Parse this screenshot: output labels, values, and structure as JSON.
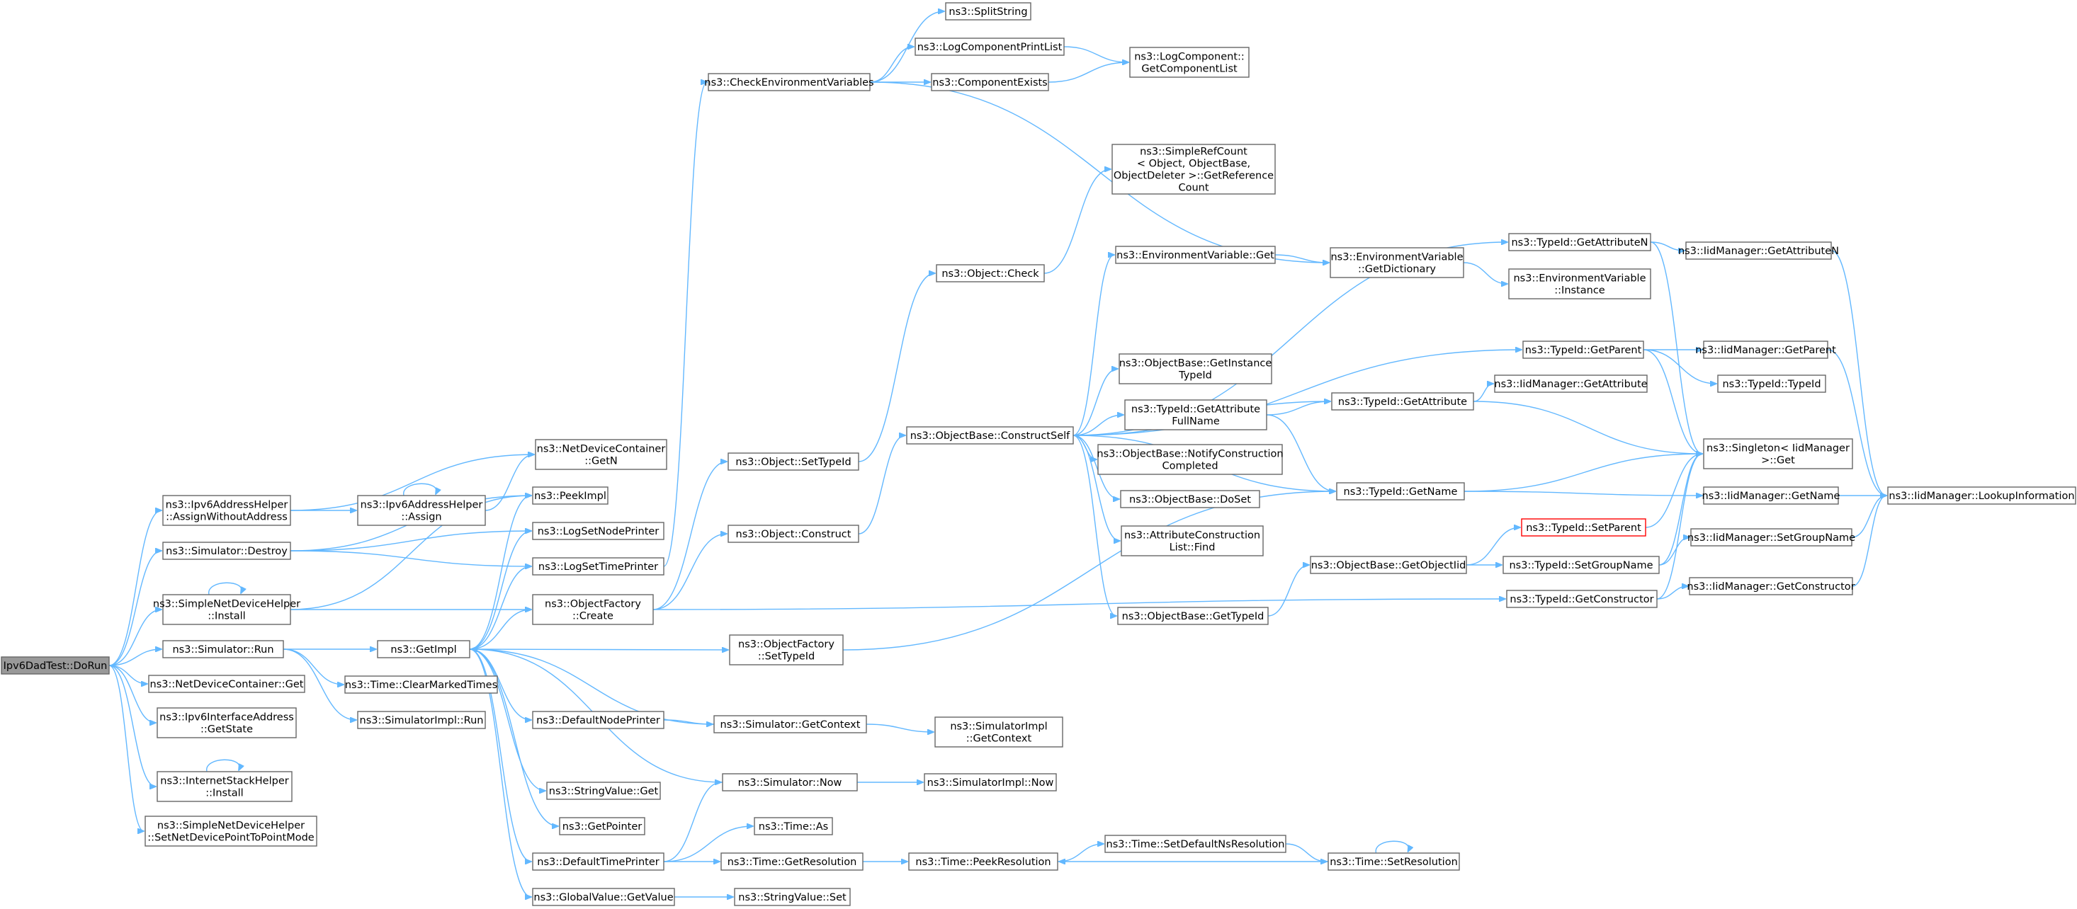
{
  "graph": {
    "edge_color": "#63b8ff",
    "node_border_color": "#666666",
    "root_fill_color": "#999999",
    "highlight_border_color": "#ff0000",
    "nodes": [
      {
        "id": "root",
        "lines": [
          "Ipv6DadTest::DoRun"
        ],
        "style": "root"
      },
      {
        "id": "n_aswa",
        "lines": [
          "ns3::Ipv6AddressHelper",
          "::AssignWithoutAddress"
        ]
      },
      {
        "id": "n_simdestroy",
        "lines": [
          "ns3::Simulator::Destroy"
        ]
      },
      {
        "id": "n_sndh_install",
        "lines": [
          "ns3::SimpleNetDeviceHelper",
          "::Install"
        ]
      },
      {
        "id": "n_simrun",
        "lines": [
          "ns3::Simulator::Run"
        ]
      },
      {
        "id": "n_ndc_get",
        "lines": [
          "ns3::NetDeviceContainer::Get"
        ]
      },
      {
        "id": "n_ipv6ia_getstate",
        "lines": [
          "ns3::Ipv6InterfaceAddress",
          "::GetState"
        ]
      },
      {
        "id": "n_ish_install",
        "lines": [
          "ns3::InternetStackHelper",
          "::Install"
        ]
      },
      {
        "id": "n_sndh_setp2p",
        "lines": [
          "ns3::SimpleNetDeviceHelper",
          "::SetNetDevicePointToPointMode"
        ]
      },
      {
        "id": "n_ndc_getn",
        "lines": [
          "ns3::NetDeviceContainer",
          "::GetN"
        ]
      },
      {
        "id": "n_ipv6ah_assign",
        "lines": [
          "ns3::Ipv6AddressHelper",
          "::Assign"
        ]
      },
      {
        "id": "n_peekimpl",
        "lines": [
          "ns3::PeekImpl"
        ]
      },
      {
        "id": "n_logsetnodeprinter",
        "lines": [
          "ns3::LogSetNodePrinter"
        ]
      },
      {
        "id": "n_logsettimeprinter",
        "lines": [
          "ns3::LogSetTimePrinter"
        ]
      },
      {
        "id": "n_getimpl",
        "lines": [
          "ns3::GetImpl"
        ]
      },
      {
        "id": "n_clearmarked",
        "lines": [
          "ns3::Time::ClearMarkedTimes"
        ]
      },
      {
        "id": "n_simimplrun",
        "lines": [
          "ns3::SimulatorImpl::Run"
        ]
      },
      {
        "id": "n_of_create",
        "lines": [
          "ns3::ObjectFactory",
          "::Create"
        ]
      },
      {
        "id": "n_defaultnodeprinter",
        "lines": [
          "ns3::DefaultNodePrinter"
        ]
      },
      {
        "id": "n_stringvalue_get",
        "lines": [
          "ns3::StringValue::Get"
        ]
      },
      {
        "id": "n_getpointer",
        "lines": [
          "ns3::GetPointer"
        ]
      },
      {
        "id": "n_defaulttimeprinter",
        "lines": [
          "ns3::DefaultTimePrinter"
        ]
      },
      {
        "id": "n_gv_getvalue",
        "lines": [
          "ns3::GlobalValue::GetValue"
        ]
      },
      {
        "id": "n_checkenv",
        "lines": [
          "ns3::CheckEnvironmentVariables"
        ]
      },
      {
        "id": "n_object_settypeid",
        "lines": [
          "ns3::Object::SetTypeId"
        ]
      },
      {
        "id": "n_object_construct",
        "lines": [
          "ns3::Object::Construct"
        ]
      },
      {
        "id": "n_of_settypeid",
        "lines": [
          "ns3::ObjectFactory",
          "::SetTypeId"
        ]
      },
      {
        "id": "n_sim_getcontext",
        "lines": [
          "ns3::Simulator::GetContext"
        ]
      },
      {
        "id": "n_sim_now",
        "lines": [
          "ns3::Simulator::Now"
        ]
      },
      {
        "id": "n_time_as",
        "lines": [
          "ns3::Time::As"
        ]
      },
      {
        "id": "n_time_getres",
        "lines": [
          "ns3::Time::GetResolution"
        ]
      },
      {
        "id": "n_stringvalue_set",
        "lines": [
          "ns3::StringValue::Set"
        ]
      },
      {
        "id": "n_splitstring",
        "lines": [
          "ns3::SplitString"
        ]
      },
      {
        "id": "n_logcompprintlist",
        "lines": [
          "ns3::LogComponentPrintList"
        ]
      },
      {
        "id": "n_compexists",
        "lines": [
          "ns3::ComponentExists"
        ]
      },
      {
        "id": "n_object_check",
        "lines": [
          "ns3::Object::Check"
        ]
      },
      {
        "id": "n_ob_constructself",
        "lines": [
          "ns3::ObjectBase::ConstructSelf"
        ]
      },
      {
        "id": "n_simimpl_getcontext",
        "lines": [
          "ns3::SimulatorImpl",
          "::GetContext"
        ]
      },
      {
        "id": "n_simimpl_now",
        "lines": [
          "ns3::SimulatorImpl::Now"
        ]
      },
      {
        "id": "n_time_peekres",
        "lines": [
          "ns3::Time::PeekResolution"
        ]
      },
      {
        "id": "n_logcomp_getlist",
        "lines": [
          "ns3::LogComponent::",
          "GetComponentList"
        ]
      },
      {
        "id": "n_srcount",
        "lines": [
          "ns3::SimpleRefCount",
          "< Object, ObjectBase,",
          "ObjectDeleter >::GetReference",
          "Count"
        ]
      },
      {
        "id": "n_envvar_get",
        "lines": [
          "ns3::EnvironmentVariable::Get"
        ]
      },
      {
        "id": "n_ob_getinstancetypeid",
        "lines": [
          "ns3::ObjectBase::GetInstance",
          "TypeId"
        ]
      },
      {
        "id": "n_typeid_getattrfullname",
        "lines": [
          "ns3::TypeId::GetAttribute",
          "FullName"
        ]
      },
      {
        "id": "n_ob_notifyconstruct",
        "lines": [
          "ns3::ObjectBase::NotifyConstruction",
          "Completed"
        ]
      },
      {
        "id": "n_ob_doset",
        "lines": [
          "ns3::ObjectBase::DoSet"
        ]
      },
      {
        "id": "n_attrconstr_find",
        "lines": [
          "ns3::AttributeConstruction",
          "List::Find"
        ]
      },
      {
        "id": "n_ob_gettypeid",
        "lines": [
          "ns3::ObjectBase::GetTypeId"
        ]
      },
      {
        "id": "n_time_setdefaultns",
        "lines": [
          "ns3::Time::SetDefaultNsResolution"
        ]
      },
      {
        "id": "n_envvar_getdict",
        "lines": [
          "ns3::EnvironmentVariable",
          "::GetDictionary"
        ]
      },
      {
        "id": "n_typeid_getattribute",
        "lines": [
          "ns3::TypeId::GetAttribute"
        ]
      },
      {
        "id": "n_typeid_getname",
        "lines": [
          "ns3::TypeId::GetName"
        ]
      },
      {
        "id": "n_ob_getobjectiid",
        "lines": [
          "ns3::ObjectBase::GetObjectIid"
        ]
      },
      {
        "id": "n_time_setres",
        "lines": [
          "ns3::Time::SetResolution"
        ]
      },
      {
        "id": "n_typeid_getattrn",
        "lines": [
          "ns3::TypeId::GetAttributeN"
        ]
      },
      {
        "id": "n_envvar_instance",
        "lines": [
          "ns3::EnvironmentVariable",
          "::Instance"
        ]
      },
      {
        "id": "n_typeid_getparent",
        "lines": [
          "ns3::TypeId::GetParent"
        ]
      },
      {
        "id": "n_typeid_setparent",
        "lines": [
          "ns3::TypeId::SetParent"
        ],
        "style": "red"
      },
      {
        "id": "n_typeid_setgroupname",
        "lines": [
          "ns3::TypeId::SetGroupName"
        ]
      },
      {
        "id": "n_typeid_getconstructor",
        "lines": [
          "ns3::TypeId::GetConstructor"
        ]
      },
      {
        "id": "n_iid_getattrn",
        "lines": [
          "ns3::IidManager::GetAttributeN"
        ]
      },
      {
        "id": "n_iid_getparent",
        "lines": [
          "ns3::IidManager::GetParent"
        ]
      },
      {
        "id": "n_typeid_typeid",
        "lines": [
          "ns3::TypeId::TypeId"
        ]
      },
      {
        "id": "n_iid_getattribute",
        "lines": [
          "ns3::IidManager::GetAttribute"
        ]
      },
      {
        "id": "n_singleton_get",
        "lines": [
          "ns3::Singleton< IidManager",
          " >::Get"
        ]
      },
      {
        "id": "n_iid_getname",
        "lines": [
          "ns3::IidManager::GetName"
        ]
      },
      {
        "id": "n_iid_setgroupname",
        "lines": [
          "ns3::IidManager::SetGroupName"
        ]
      },
      {
        "id": "n_iid_getconstructor",
        "lines": [
          "ns3::IidManager::GetConstructor"
        ]
      },
      {
        "id": "n_iid_lookupinfo",
        "lines": [
          "ns3::IidManager::LookupInformation"
        ]
      }
    ],
    "edges": [
      [
        "root",
        "n_aswa"
      ],
      [
        "root",
        "n_simdestroy"
      ],
      [
        "root",
        "n_sndh_install"
      ],
      [
        "root",
        "n_simrun"
      ],
      [
        "root",
        "n_ndc_get"
      ],
      [
        "root",
        "n_ipv6ia_getstate"
      ],
      [
        "root",
        "n_ish_install"
      ],
      [
        "root",
        "n_sndh_setp2p"
      ],
      [
        "n_aswa",
        "n_ndc_getn"
      ],
      [
        "n_aswa",
        "n_ipv6ah_assign"
      ],
      [
        "n_ipv6ah_assign",
        "n_ipv6ah_assign"
      ],
      [
        "n_ipv6ah_assign",
        "n_ndc_getn"
      ],
      [
        "n_simdestroy",
        "n_peekimpl"
      ],
      [
        "n_simdestroy",
        "n_logsetnodeprinter"
      ],
      [
        "n_simdestroy",
        "n_logsettimeprinter"
      ],
      [
        "n_sndh_install",
        "n_sndh_install"
      ],
      [
        "n_sndh_install",
        "n_peekimpl"
      ],
      [
        "n_sndh_install",
        "n_of_create"
      ],
      [
        "n_ish_install",
        "n_ish_install"
      ],
      [
        "n_simrun",
        "n_getimpl"
      ],
      [
        "n_simrun",
        "n_clearmarked"
      ],
      [
        "n_simrun",
        "n_simimplrun"
      ],
      [
        "n_getimpl",
        "n_peekimpl"
      ],
      [
        "n_getimpl",
        "n_logsetnodeprinter"
      ],
      [
        "n_getimpl",
        "n_logsettimeprinter"
      ],
      [
        "n_getimpl",
        "n_of_create"
      ],
      [
        "n_getimpl",
        "n_defaultnodeprinter"
      ],
      [
        "n_getimpl",
        "n_stringvalue_get"
      ],
      [
        "n_getimpl",
        "n_getpointer"
      ],
      [
        "n_getimpl",
        "n_defaulttimeprinter"
      ],
      [
        "n_getimpl",
        "n_gv_getvalue"
      ],
      [
        "n_getimpl",
        "n_of_settypeid"
      ],
      [
        "n_logsettimeprinter",
        "n_checkenv"
      ],
      [
        "n_of_create",
        "n_object_settypeid"
      ],
      [
        "n_of_create",
        "n_object_construct"
      ],
      [
        "n_of_create",
        "n_typeid_getconstructor"
      ],
      [
        "n_defaultnodeprinter",
        "n_sim_getcontext"
      ],
      [
        "n_defaulttimeprinter",
        "n_sim_now"
      ],
      [
        "n_defaulttimeprinter",
        "n_time_as"
      ],
      [
        "n_defaulttimeprinter",
        "n_time_getres"
      ],
      [
        "n_gv_getvalue",
        "n_stringvalue_set"
      ],
      [
        "n_object_settypeid",
        "n_object_check"
      ],
      [
        "n_object_construct",
        "n_ob_constructself"
      ],
      [
        "n_of_settypeid",
        "n_typeid_getname"
      ],
      [
        "n_sim_getcontext",
        "n_getimpl"
      ],
      [
        "n_sim_getcontext",
        "n_simimpl_getcontext"
      ],
      [
        "n_sim_now",
        "n_getimpl"
      ],
      [
        "n_sim_now",
        "n_simimpl_now"
      ],
      [
        "n_time_getres",
        "n_time_peekres"
      ],
      [
        "n_checkenv",
        "n_splitstring"
      ],
      [
        "n_checkenv",
        "n_logcompprintlist"
      ],
      [
        "n_checkenv",
        "n_compexists"
      ],
      [
        "n_checkenv",
        "n_envvar_getdict"
      ],
      [
        "n_logcompprintlist",
        "n_logcomp_getlist"
      ],
      [
        "n_compexists",
        "n_logcomp_getlist"
      ],
      [
        "n_object_check",
        "n_srcount"
      ],
      [
        "n_ob_constructself",
        "n_envvar_get"
      ],
      [
        "n_ob_constructself",
        "n_ob_getinstancetypeid"
      ],
      [
        "n_ob_constructself",
        "n_typeid_getattrfullname"
      ],
      [
        "n_ob_constructself",
        "n_ob_notifyconstruct"
      ],
      [
        "n_ob_constructself",
        "n_ob_doset"
      ],
      [
        "n_ob_constructself",
        "n_attrconstr_find"
      ],
      [
        "n_ob_constructself",
        "n_ob_gettypeid"
      ],
      [
        "n_ob_constructself",
        "n_typeid_getattrn"
      ],
      [
        "n_ob_constructself",
        "n_typeid_getparent"
      ],
      [
        "n_ob_constructself",
        "n_typeid_getattribute"
      ],
      [
        "n_ob_constructself",
        "n_typeid_getname"
      ],
      [
        "n_envvar_get",
        "n_envvar_getdict"
      ],
      [
        "n_envvar_getdict",
        "n_envvar_instance"
      ],
      [
        "n_typeid_getattrfullname",
        "n_typeid_getattribute"
      ],
      [
        "n_typeid_getattrfullname",
        "n_typeid_getname"
      ],
      [
        "n_ob_gettypeid",
        "n_ob_getobjectiid"
      ],
      [
        "n_time_peekres",
        "n_time_setdefaultns"
      ],
      [
        "n_time_setdefaultns",
        "n_time_setres"
      ],
      [
        "n_time_setres",
        "n_time_setres"
      ],
      [
        "n_time_setres",
        "n_time_peekres"
      ],
      [
        "n_typeid_getattribute",
        "n_iid_getattribute"
      ],
      [
        "n_typeid_getattribute",
        "n_singleton_get"
      ],
      [
        "n_typeid_getname",
        "n_singleton_get"
      ],
      [
        "n_typeid_getname",
        "n_iid_getname"
      ],
      [
        "n_ob_getobjectiid",
        "n_typeid_setparent"
      ],
      [
        "n_ob_getobjectiid",
        "n_typeid_setgroupname"
      ],
      [
        "n_typeid_getattrn",
        "n_iid_getattrn"
      ],
      [
        "n_typeid_getattrn",
        "n_singleton_get"
      ],
      [
        "n_typeid_getparent",
        "n_iid_getparent"
      ],
      [
        "n_typeid_getparent",
        "n_typeid_typeid"
      ],
      [
        "n_typeid_getparent",
        "n_singleton_get"
      ],
      [
        "n_typeid_setparent",
        "n_singleton_get"
      ],
      [
        "n_typeid_setgroupname",
        "n_iid_setgroupname"
      ],
      [
        "n_typeid_setgroupname",
        "n_singleton_get"
      ],
      [
        "n_typeid_getconstructor",
        "n_iid_getconstructor"
      ],
      [
        "n_typeid_getconstructor",
        "n_singleton_get"
      ],
      [
        "n_iid_getattrn",
        "n_iid_lookupinfo"
      ],
      [
        "n_iid_getparent",
        "n_iid_lookupinfo"
      ],
      [
        "n_iid_getname",
        "n_iid_lookupinfo"
      ],
      [
        "n_iid_setgroupname",
        "n_iid_lookupinfo"
      ],
      [
        "n_iid_getconstructor",
        "n_iid_lookupinfo"
      ]
    ]
  }
}
